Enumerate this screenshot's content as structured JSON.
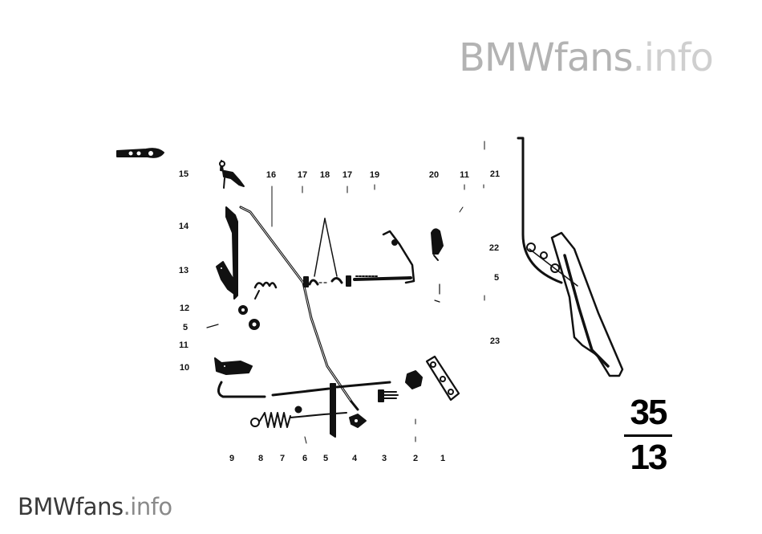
{
  "watermark_top": {
    "brand": "BMWfans",
    "tld": ".info"
  },
  "watermark_bottom": {
    "brand": "BMWfans",
    "tld": ".info"
  },
  "group_number": {
    "top": "35",
    "bottom": "13"
  },
  "callouts": [
    {
      "id": "c15",
      "text": "15"
    },
    {
      "id": "c14",
      "text": "14"
    },
    {
      "id": "c13",
      "text": "13"
    },
    {
      "id": "c12",
      "text": "12"
    },
    {
      "id": "c5a",
      "text": "5"
    },
    {
      "id": "c11a",
      "text": "11"
    },
    {
      "id": "c10",
      "text": "10"
    },
    {
      "id": "c16",
      "text": "16"
    },
    {
      "id": "c17a",
      "text": "17"
    },
    {
      "id": "c18",
      "text": "18"
    },
    {
      "id": "c17b",
      "text": "17"
    },
    {
      "id": "c19",
      "text": "19"
    },
    {
      "id": "c20",
      "text": "20"
    },
    {
      "id": "c11b",
      "text": "11"
    },
    {
      "id": "c21",
      "text": "21"
    },
    {
      "id": "c22",
      "text": "22"
    },
    {
      "id": "c5b",
      "text": "5"
    },
    {
      "id": "c23",
      "text": "23"
    },
    {
      "id": "c9",
      "text": "9"
    },
    {
      "id": "c8",
      "text": "8"
    },
    {
      "id": "c7",
      "text": "7"
    },
    {
      "id": "c6",
      "text": "6"
    },
    {
      "id": "c5c",
      "text": "5"
    },
    {
      "id": "c4",
      "text": "4"
    },
    {
      "id": "c3",
      "text": "3"
    },
    {
      "id": "c2",
      "text": "2"
    },
    {
      "id": "c1",
      "text": "1"
    }
  ]
}
